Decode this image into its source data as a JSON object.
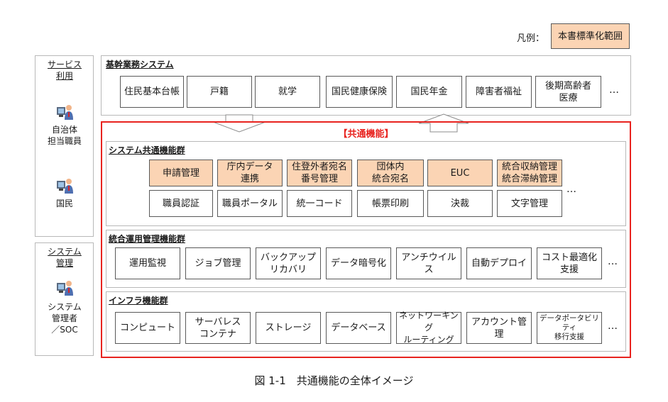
{
  "legend": {
    "prefix": "凡例：",
    "label": "本書標準化範囲"
  },
  "sidebar": {
    "service_heading": "サービス\n利用",
    "municipal_staff": "自治体\n担当職員",
    "citizen": "国民",
    "system_heading": "システム\n管理",
    "system_admin": "システム\n管理者\n／SOC"
  },
  "core_systems": {
    "title": "基幹業務システム",
    "items": [
      "住民基本台帳",
      "戸籍",
      "就学",
      "国民健康保険",
      "国民年金",
      "障害者福祉",
      "後期高齢者\n医療"
    ],
    "more": "…"
  },
  "common_functions": {
    "title": "【共通機能】",
    "system_group": {
      "title": "システム共通機能群",
      "row1": [
        {
          "label": "申請管理",
          "highlight": true
        },
        {
          "label": "庁内データ\n連携",
          "highlight": true
        },
        {
          "label": "住登外者宛名\n番号管理",
          "highlight": true
        },
        {
          "label": "団体内\n統合宛名",
          "highlight": true
        },
        {
          "label": "EUC",
          "highlight": true
        },
        {
          "label": "統合収納管理\n統合滞納管理",
          "highlight": true
        }
      ],
      "row2": [
        "職員認証",
        "職員ポータル",
        "統一コード",
        "帳票印刷",
        "決裁",
        "文字管理"
      ],
      "more": "…"
    },
    "ops_group": {
      "title": "統合運用管理機能群",
      "items": [
        "運用監視",
        "ジョブ管理",
        "バックアップ\nリカバリ",
        "データ暗号化",
        "アンチウイルス",
        "自動デプロイ",
        "コスト最適化\n支援"
      ],
      "more": "…"
    },
    "infra_group": {
      "title": "インフラ機能群",
      "items": [
        "コンピュート",
        "サーバレス\nコンテナ",
        "ストレージ",
        "データベース",
        "ネットワーキング\nルーティング",
        "アカウント管理",
        "データポータビリティ\n移行支援"
      ],
      "more": "…"
    }
  },
  "caption": "図 1-1　共通機能の全体イメージ",
  "colors": {
    "highlight": "#fbd4b4",
    "frame_red": "#e8231f",
    "border_gray": "#b8b8b8"
  }
}
